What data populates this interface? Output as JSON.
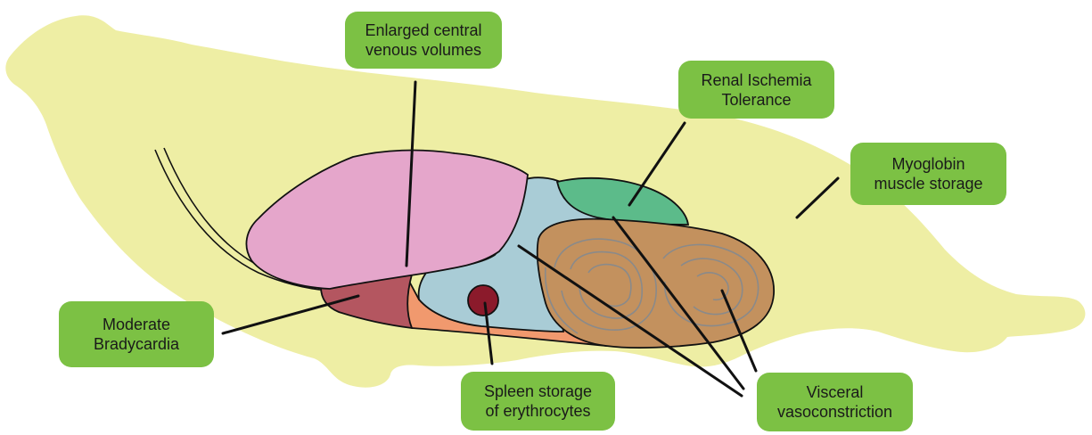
{
  "labels": {
    "central_venous": {
      "line1": "Enlarged central",
      "line2": "venous volumes"
    },
    "renal": {
      "line1": "Renal Ischemia",
      "line2": "Tolerance"
    },
    "myoglobin": {
      "line1": "Myoglobin",
      "line2": "muscle storage"
    },
    "bradycardia": {
      "line1": "Moderate",
      "line2": "Bradycardia"
    },
    "spleen": {
      "line1": "Spleen storage",
      "line2": "of erythrocytes"
    },
    "visceral": {
      "line1": "Visceral",
      "line2": "vasoconstriction"
    }
  },
  "colors": {
    "label_bg": "#7cc144",
    "body": "#eeeea4",
    "lungs": "#e5a6cb",
    "heart": "#b45660",
    "liver": "#a9ccd6",
    "stomach": "#f1996e",
    "spleen": "#8b1a2b",
    "kidney": "#5cbb8a",
    "intestines": "#c3915e"
  }
}
